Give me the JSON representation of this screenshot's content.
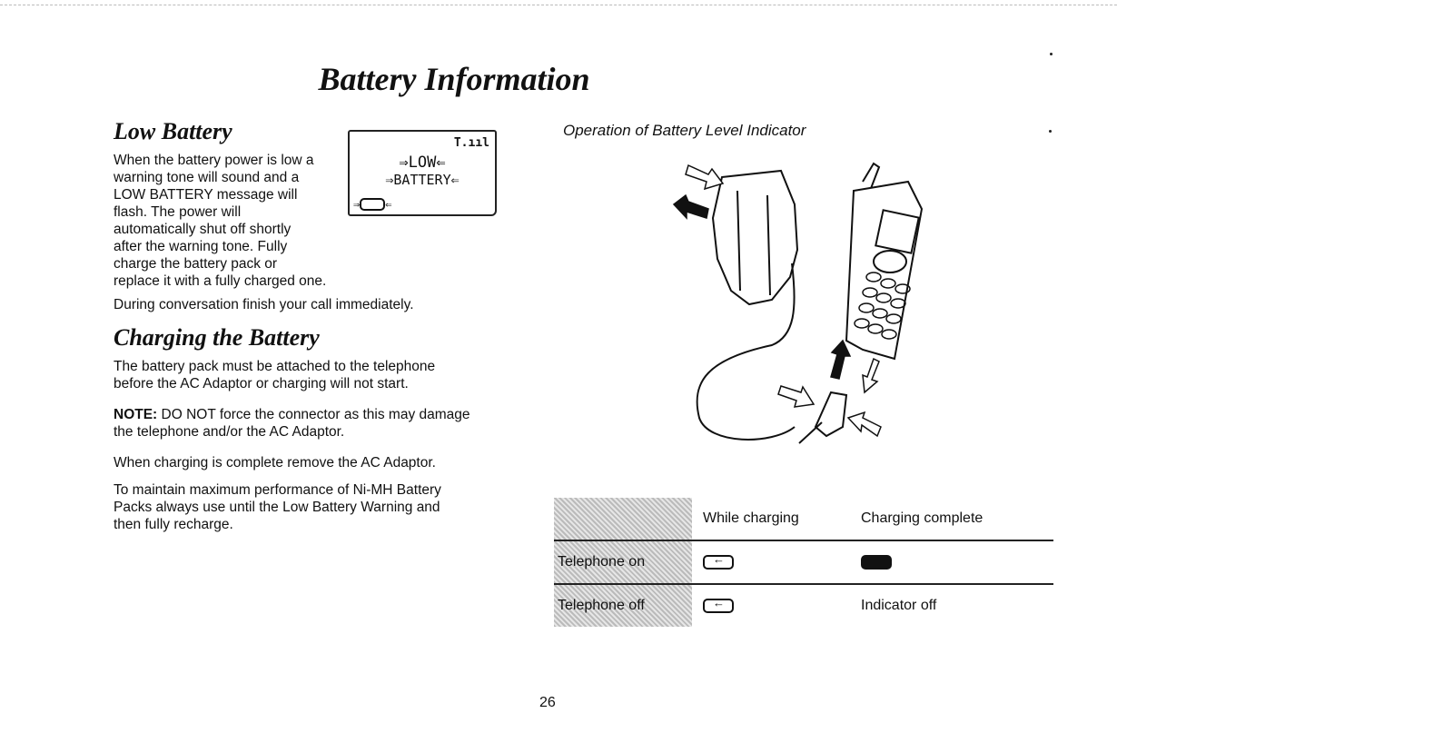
{
  "page": {
    "title": "Battery Information",
    "page_number": "26"
  },
  "low_battery": {
    "heading": "Low Battery",
    "paragraph_lines": [
      "When the battery power is low a",
      "warning tone will sound and a",
      "LOW BATTERY message will",
      "flash. The power will",
      "automatically shut off shortly",
      "after the warning tone. Fully",
      "charge the battery pack or",
      "replace it with a fully charged one."
    ],
    "paragraph2": "During conversation finish your call immediately.",
    "lcd": {
      "signal": "T.ııl",
      "line1": "⇒LOW⇐",
      "line2": "⇒BATTERY⇐",
      "battery_icon": "battery-empty-flashing-icon"
    }
  },
  "charging": {
    "heading": "Charging the Battery",
    "p1_lines": [
      "The battery pack must be attached to the telephone",
      "before the AC Adaptor or charging will not start."
    ],
    "note_label": "NOTE:",
    "note_lines": [
      " DO NOT force the connector as this may damage",
      "the telephone and/or the AC Adaptor."
    ],
    "p3": "When charging is complete remove the AC Adaptor.",
    "p4_lines": [
      "To maintain maximum performance of Ni-MH Battery",
      "Packs always use until the Low Battery Warning and",
      "then fully recharge."
    ]
  },
  "indicator": {
    "caption": "Operation of Battery Level Indicator",
    "illustration": "ac-adaptor-and-handset-connection-illustration",
    "table": {
      "headers": [
        "",
        "While charging",
        "Charging complete"
      ],
      "rows": [
        {
          "label": "Telephone on",
          "while_charging": "battery-charging-icon",
          "complete": "battery-full-icon"
        },
        {
          "label": "Telephone off",
          "while_charging": "battery-charging-icon",
          "complete": "Indicator off"
        }
      ]
    }
  }
}
